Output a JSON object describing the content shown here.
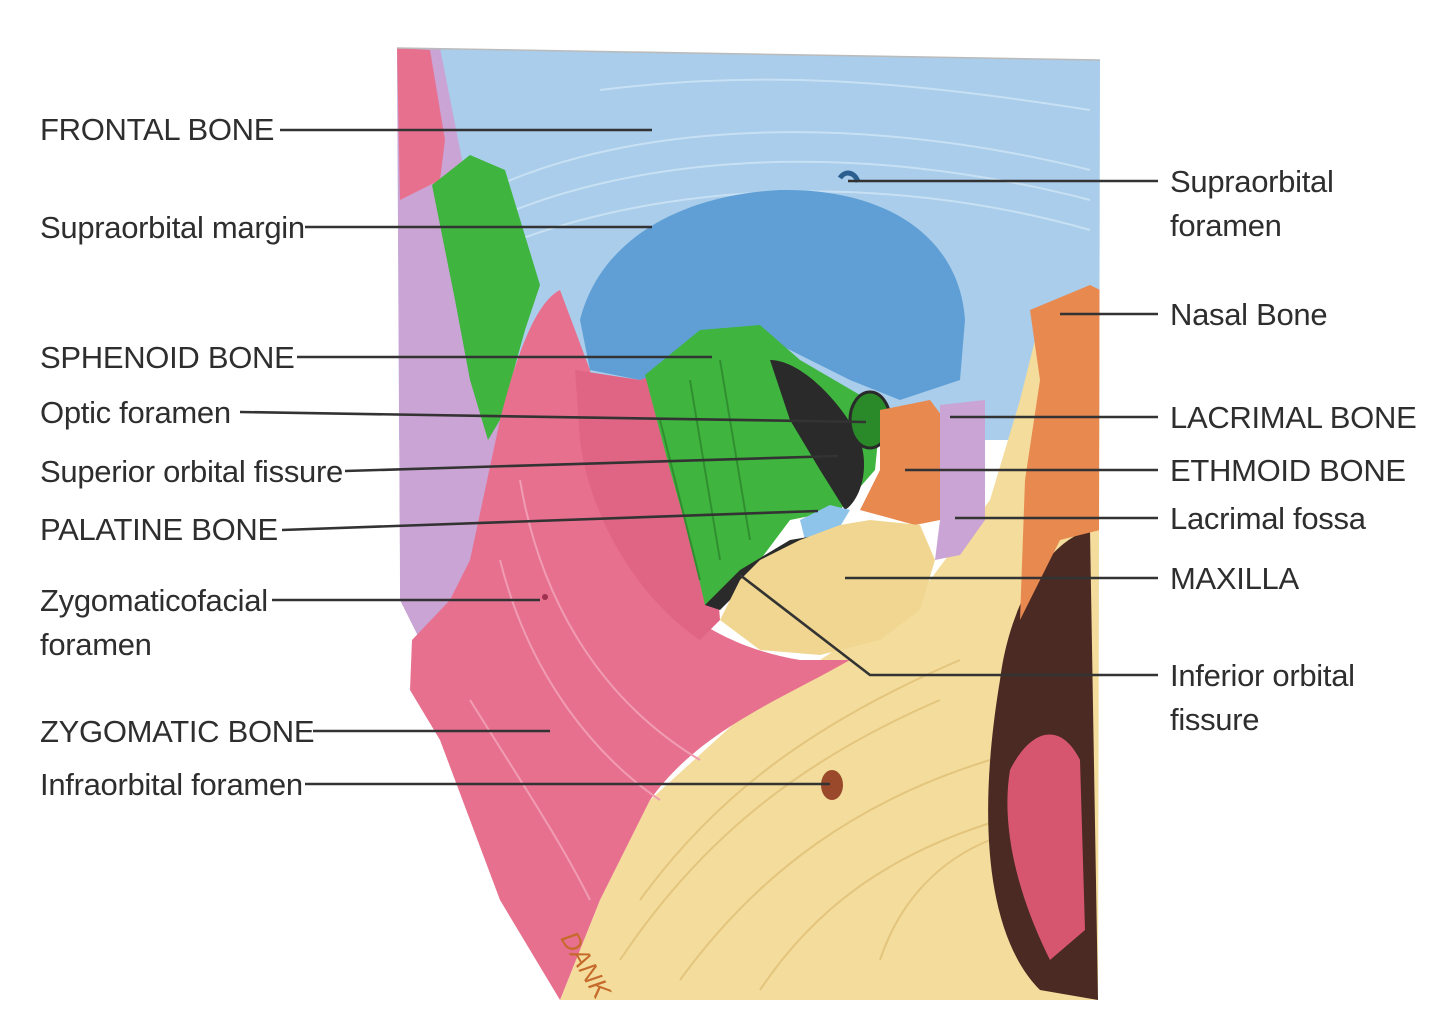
{
  "colors": {
    "frontal": "#a9cdea",
    "orbit_roof": "#5f9fd6",
    "sphenoid": "#3fb43f",
    "zygomatic": "#e8708f",
    "maxilla": "#f3dc9c",
    "ethmoid": "#e8894f",
    "nasal": "#e8894f",
    "lacrimal": "#c9a4d4",
    "palatine": "#8ec3ea",
    "fissure": "#2a2a2a",
    "leader": "#333333"
  },
  "labels_left": {
    "frontal_bone": "FRONTAL BONE",
    "supraorbital_margin": "Supraorbital margin",
    "sphenoid_bone": "SPHENOID BONE",
    "optic_foramen": "Optic foramen",
    "superior_orbital_fissure": "Superior orbital fissure",
    "palatine_bone": "PALATINE BONE",
    "zygomaticofacial_foramen_1": "Zygomaticofacial",
    "zygomaticofacial_foramen_2": "foramen",
    "zygomatic_bone": "ZYGOMATIC BONE",
    "infraorbital_foramen": "Infraorbital foramen"
  },
  "labels_right": {
    "supraorbital_foramen_1": "Supraorbital",
    "supraorbital_foramen_2": "foramen",
    "nasal_bone": "Nasal Bone",
    "lacrimal_bone": "LACRIMAL BONE",
    "ethmoid_bone": "ETHMOID BONE",
    "lacrimal_fossa": "Lacrimal fossa",
    "maxilla": "MAXILLA",
    "inferior_orbital_fissure_1": "Inferior orbital",
    "inferior_orbital_fissure_2": "fissure"
  },
  "signature": "DANK"
}
